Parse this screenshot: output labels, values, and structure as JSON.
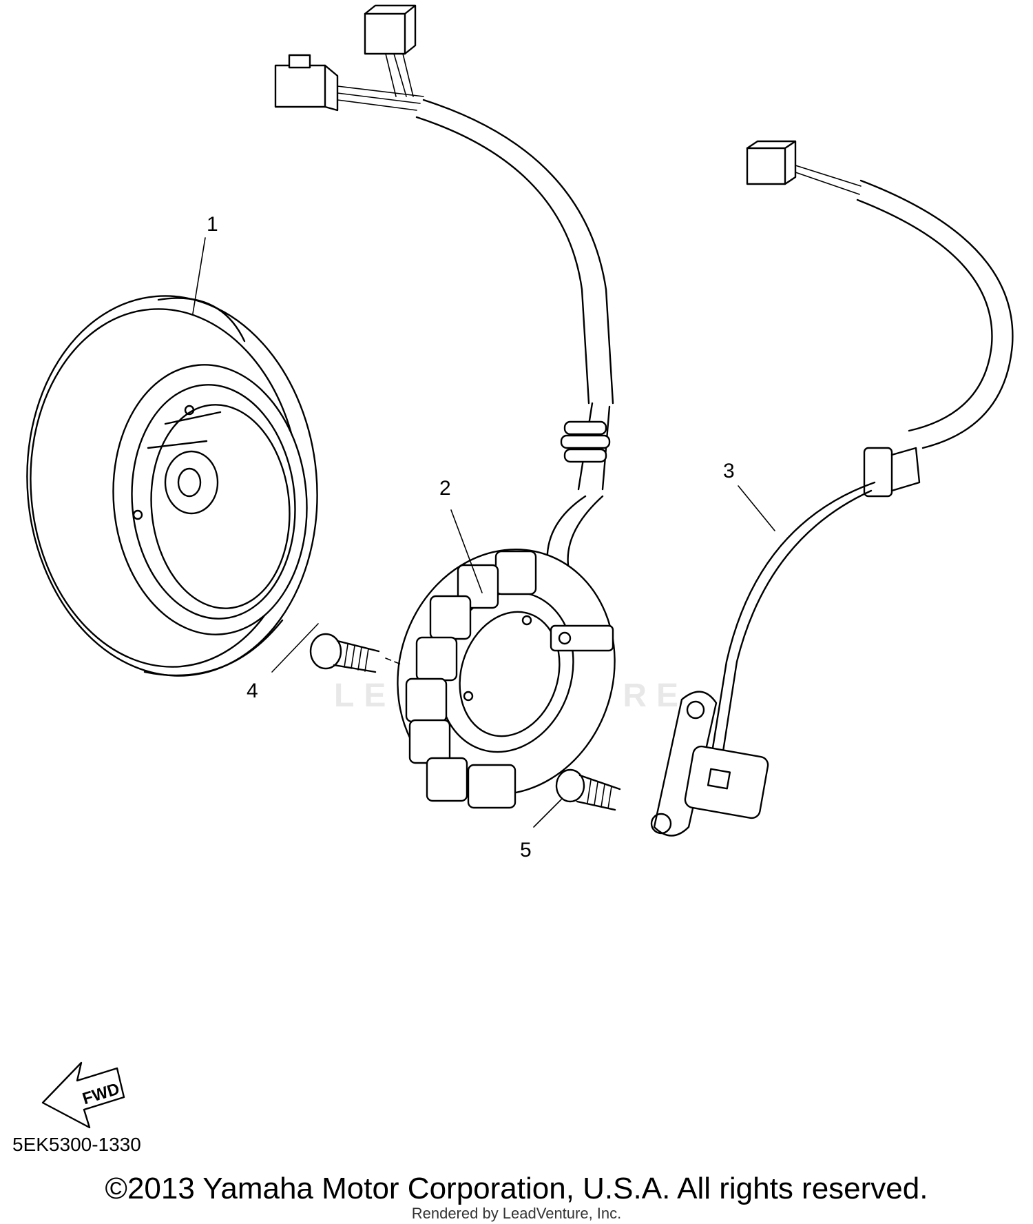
{
  "diagram": {
    "callouts": [
      "1",
      "2",
      "3",
      "4",
      "5"
    ],
    "fwd_label": "FWD",
    "watermark": "LEADVENTURE",
    "diagram_code": "5EK5300-1330",
    "copyright": "©2013 Yamaha Motor Corporation, U.S.A. All rights reserved.",
    "rendered_by": "Rendered by LeadVenture, Inc."
  }
}
